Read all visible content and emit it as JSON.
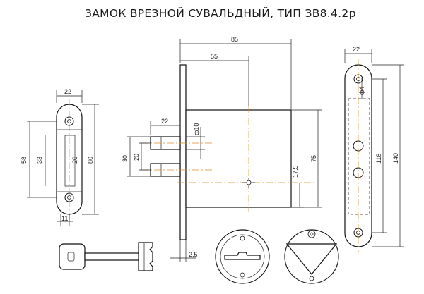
{
  "title": "ЗАМОК ВРЕЗНОЙ СУВАЛЬДНЫЙ, ТИП ЗВ8.4.2р",
  "dimensions": {
    "strike_width": "22",
    "strike_inner_height": "58",
    "strike_slot_height": "33",
    "strike_slot_width_left": "20",
    "strike_height": "80",
    "strike_bottom": "11",
    "lock_depth": "85",
    "lock_backset": "55",
    "bolt_length": "22",
    "bolt_diameter": "ф10",
    "bolt_spacing_outer": "30",
    "bolt_spacing_inner": "20",
    "keyhole_offset": "17,5",
    "body_height": "75",
    "faceplate_thickness": "2,5",
    "faceplate_width": "22",
    "faceplate_hole": "ф4",
    "faceplate_inner": "118",
    "faceplate_height": "140"
  }
}
